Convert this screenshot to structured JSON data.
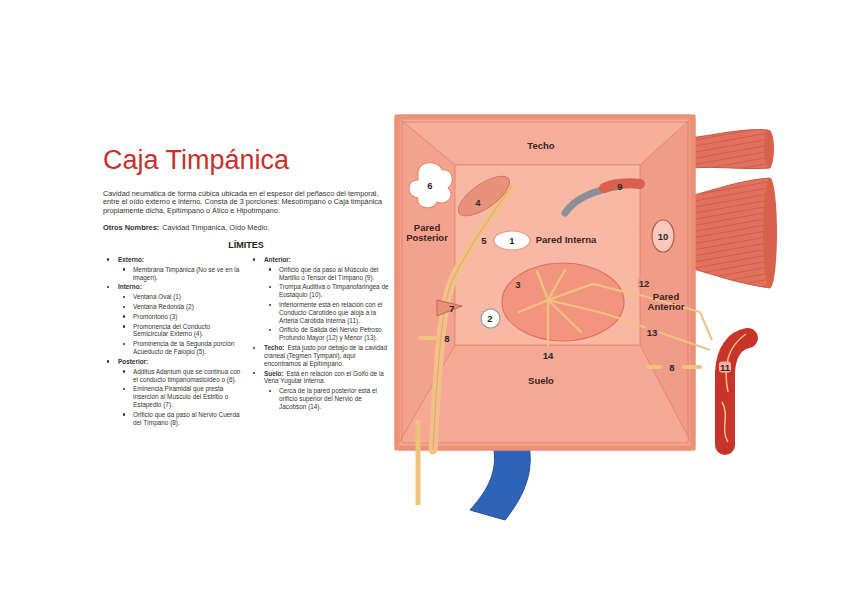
{
  "diagram": {
    "title": "Caja Timpánica",
    "nodes": [
      {
        "text": [
          "1"
        ]
      },
      {
        "text": [
          "2"
        ]
      },
      {
        "text": [
          "3"
        ]
      },
      {
        "text": [
          "10"
        ]
      }
    ],
    "labels": [
      "Cavidad neumática de forma cúbica ubicada en el espesor del peñasco del temporal, entre el oído externo e interno. Consta de 3 porciones: Mesotímpano o Caja timpánica propiamente dicha, Epitímpano o Ático e Hipotímpano.",
      "Otros Nombres:",
      "Cavidad Timpánica, Oído Medio.",
      "LÍMITES",
      "Externo:",
      "Membrana Timpánica (No se ve en la imagen).",
      "Interno:",
      "Ventana Oval (1)",
      "Ventana Redonda (2)",
      "Promontorio (3)",
      "Promonencia del Conducto Semicircular Externo (4).",
      "Prominencia de la Segunda porción Acueducto de Falopio (5).",
      "Posterior:",
      "Additus Adantum que se continua con el conducto timpanomastoideo o (6).",
      "Eminencia Piramidal que presta inserción al Músculo del Estribo o Estapedio (7).",
      "Orificio que da paso al Nervio Cuerda del Tímpano (8).",
      "Anterior:",
      "Orificio que da paso al Músculo del Martillo o Tensor del Tímpano (9).",
      "Trompa Auditiva o Timpanofaringea de Eustaquio (10).",
      "Inferiormente está en relación con el Conducto Carotídeo que aloja a la Arteria Carótida Interna (11).",
      "Orificio de Salida del Nervio Petroso Profundo Mayor (12) y Menor (13).",
      "Techo:",
      "Está justo por debajo de la cavidad craneal (Tegmen Tympani), aquí encontramos al Epitímpano.",
      "Suelo:",
      "Está en relación con el Golfo de la Vena Yugular Interna.",
      "Cerca de la pared posterior está el orificio superior del Nervio de Jacobson (14).",
      "Techo",
      "Pared Posterior",
      "Pared Interna",
      "Pared Anterior",
      "Suelo",
      "4",
      "5",
      "6",
      "7",
      "8",
      "8",
      "9",
      "11",
      "12",
      "13",
      "14"
    ]
  }
}
